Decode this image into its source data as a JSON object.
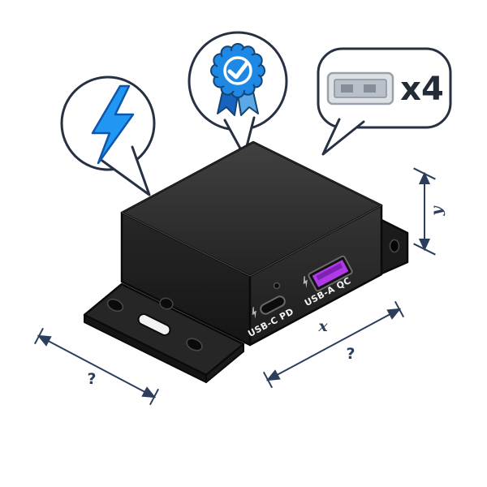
{
  "illustration": {
    "bubbles": {
      "power": {
        "icon": "lightning-bolt-icon"
      },
      "certified": {
        "icon": "certified-badge-icon"
      },
      "ports": {
        "icon": "usb-a-port-icon",
        "count_label": "x4"
      }
    },
    "device": {
      "front_ports": [
        {
          "label": "USB-C PD"
        },
        {
          "label": "USB-A QC"
        }
      ]
    },
    "dimensions": {
      "height_label": "y",
      "width_label": "x",
      "width_unknown": "?",
      "depth_unknown": "?"
    },
    "colors": {
      "accent_blue": "#2196f3",
      "badge_blue": "#1e88e5",
      "ribbon_dark_blue": "#1565c0",
      "ribbon_light_blue": "#5aa9e6",
      "port_purple": "#b03ae8",
      "dimension_navy": "#2c3e5c",
      "bubble_outline": "#273142",
      "device_black": "#262626"
    }
  }
}
